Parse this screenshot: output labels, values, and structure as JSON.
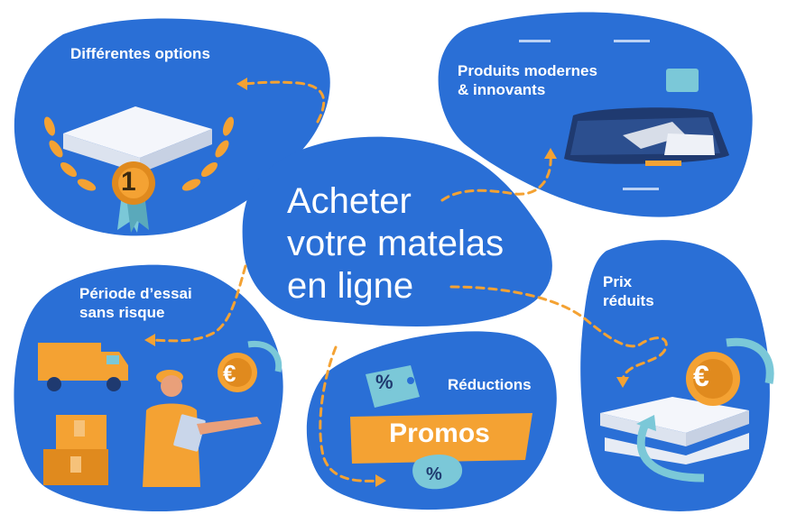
{
  "main_title": {
    "line1": "Acheter",
    "line2": "votre matelas",
    "line3": "en ligne"
  },
  "options": {
    "label": "Différentes options",
    "rank": "1"
  },
  "modern": {
    "line1": "Produits modernes",
    "line2": "& innovants"
  },
  "essai": {
    "line1": "Période d’essai",
    "line2": "sans risque"
  },
  "reductions": {
    "label": "Réductions",
    "promos": "Promos",
    "percent": "%"
  },
  "prix": {
    "line1": "Prix",
    "line2": "réduits",
    "currency": "€"
  },
  "colors": {
    "blob": "#2a6fd6",
    "accent": "#f4a233",
    "dark_navy": "#1f3a70",
    "teal": "#7bc8d8"
  }
}
